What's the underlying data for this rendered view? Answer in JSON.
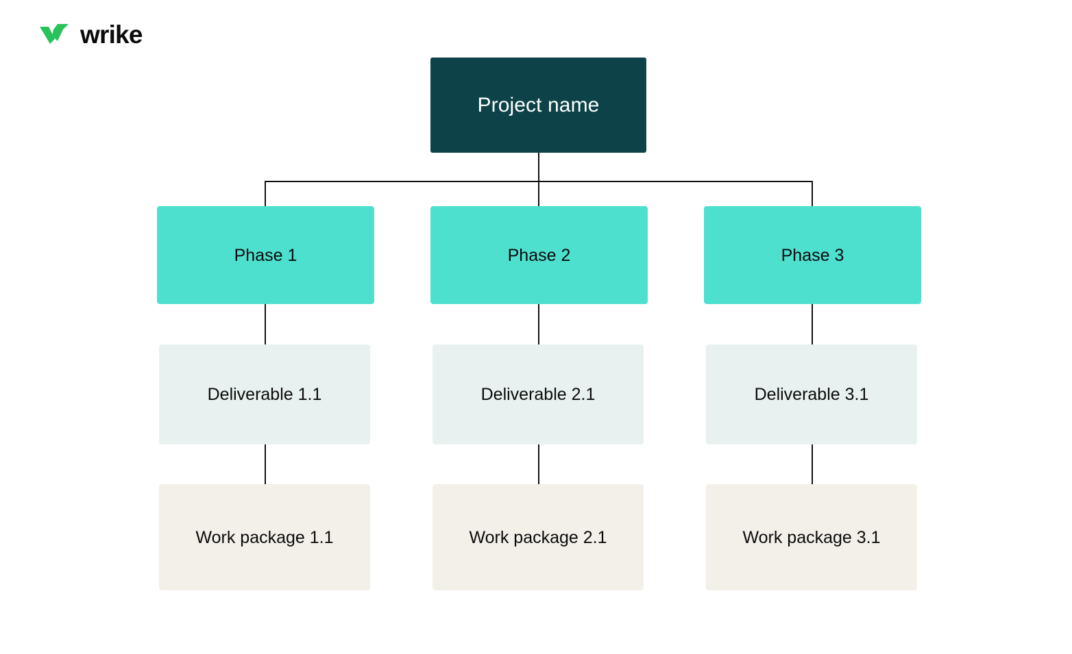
{
  "brand": {
    "name": "wrike",
    "logo_icon": "wrike-checkmark-logo",
    "logo_color": "#27c35a"
  },
  "colors": {
    "root_fill": "#0d4348",
    "root_text": "#ffffff",
    "phase_fill": "#4ee0cf",
    "deliverable_fill": "#e8f1ef",
    "workpackage_fill": "#f3f0ea",
    "node_text": "#0b0b0b",
    "connector": "#111111",
    "background": "#ffffff"
  },
  "chart_data": {
    "type": "diagram",
    "subtype": "work-breakdown-structure-tree",
    "title": "",
    "root": {
      "label": "Project name",
      "level": 0
    },
    "levels": [
      {
        "level": 1,
        "name": "Phase"
      },
      {
        "level": 2,
        "name": "Deliverable"
      },
      {
        "level": 3,
        "name": "Work package"
      }
    ],
    "branches": [
      {
        "phase": "Phase 1",
        "deliverable": "Deliverable 1.1",
        "work_package": "Work package 1.1"
      },
      {
        "phase": "Phase 2",
        "deliverable": "Deliverable 2.1",
        "work_package": "Work package 2.1"
      },
      {
        "phase": "Phase 3",
        "deliverable": "Deliverable 3.1",
        "work_package": "Work package 3.1"
      }
    ]
  },
  "tree": {
    "root": {
      "label": "Project name"
    },
    "columns": [
      {
        "phase": {
          "label": "Phase 1"
        },
        "deliverable": {
          "label": "Deliverable 1.1"
        },
        "workpackage": {
          "label": "Work package 1.1"
        }
      },
      {
        "phase": {
          "label": "Phase 2"
        },
        "deliverable": {
          "label": "Deliverable 2.1"
        },
        "workpackage": {
          "label": "Work package 2.1"
        }
      },
      {
        "phase": {
          "label": "Phase 3"
        },
        "deliverable": {
          "label": "Deliverable 3.1"
        },
        "workpackage": {
          "label": "Work package 3.1"
        }
      }
    ]
  }
}
